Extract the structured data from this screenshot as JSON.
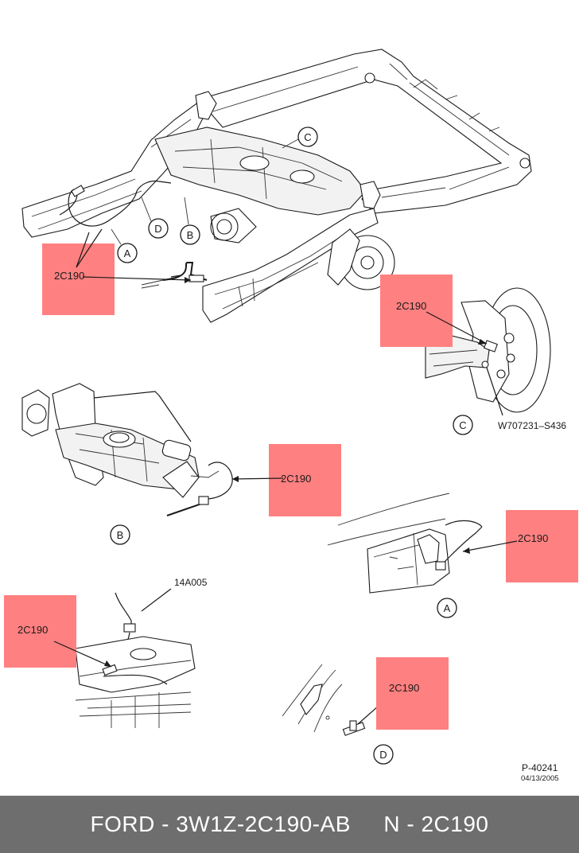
{
  "labels": {
    "part_main": "2C190",
    "part_c": "2C190",
    "part_b": "2C190",
    "part_a": "2C190",
    "part_left": "2C190",
    "part_d": "2C190",
    "connector": "14A005",
    "bolt": "W707231–S436",
    "figure_id": "P-40241",
    "date": "04/13/2005"
  },
  "callouts": {
    "a_main": "A",
    "b_main": "B",
    "c_main": "C",
    "d_main": "D",
    "c_detail": "C",
    "b_detail": "B",
    "a_detail": "A",
    "d_detail": "D"
  },
  "footer": {
    "part_number": "FORD - 3W1Z-2C190-AB",
    "reference": "N - 2C190"
  },
  "colors": {
    "highlight": "#ff8080",
    "footer_bg": "#6e6e6e",
    "footer_text": "#ffffff"
  }
}
